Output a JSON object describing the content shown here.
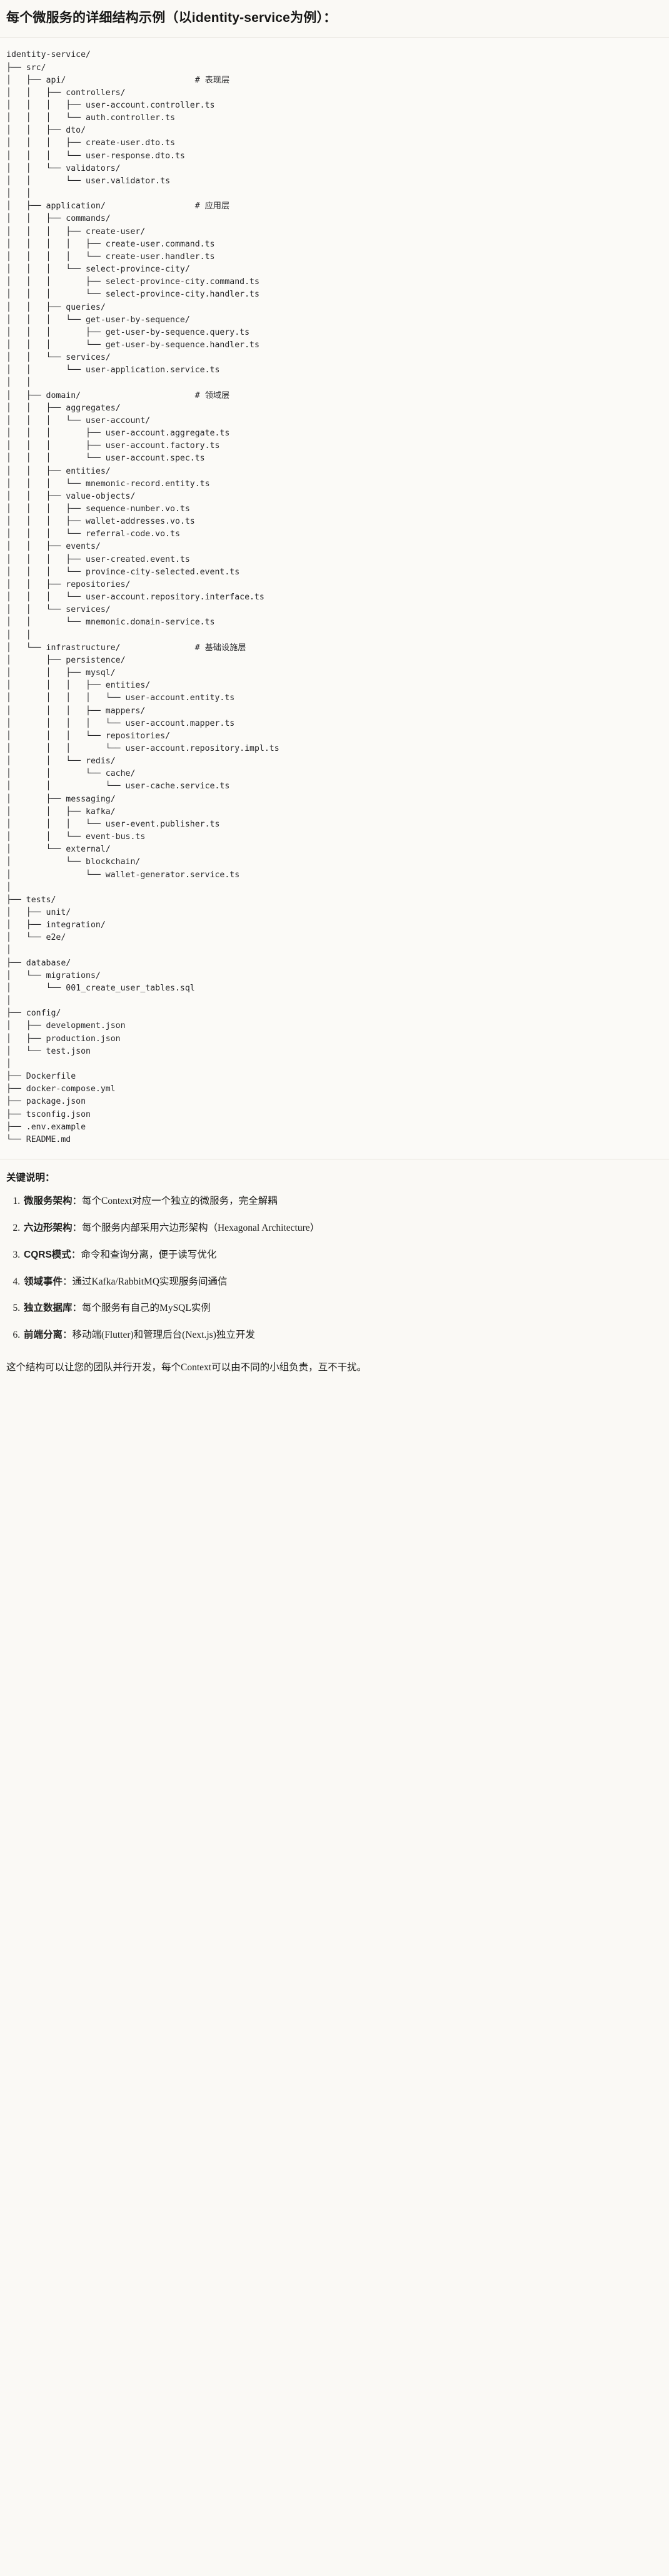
{
  "document": {
    "title_prefix": "每个微服务的详细结构示例（以",
    "title_code": "identity-service",
    "title_suffix": "为例）：",
    "title_full": "每个微服务的详细结构示例（以identity-service为例）："
  },
  "tree": {
    "root": "identity-service/",
    "comments": {
      "api": "# 表现层",
      "application": "# 应用层",
      "domain": "# 领域层",
      "infrastructure": "# 基础设施层"
    },
    "text": "identity-service/\n├── src/\n│   ├── api/                          # 表现层\n│   │   ├── controllers/\n│   │   │   ├── user-account.controller.ts\n│   │   │   └── auth.controller.ts\n│   │   ├── dto/\n│   │   │   ├── create-user.dto.ts\n│   │   │   └── user-response.dto.ts\n│   │   └── validators/\n│   │       └── user.validator.ts\n│   │\n│   ├── application/                  # 应用层\n│   │   ├── commands/\n│   │   │   ├── create-user/\n│   │   │   │   ├── create-user.command.ts\n│   │   │   │   └── create-user.handler.ts\n│   │   │   └── select-province-city/\n│   │   │       ├── select-province-city.command.ts\n│   │   │       └── select-province-city.handler.ts\n│   │   ├── queries/\n│   │   │   └── get-user-by-sequence/\n│   │   │       ├── get-user-by-sequence.query.ts\n│   │   │       └── get-user-by-sequence.handler.ts\n│   │   └── services/\n│   │       └── user-application.service.ts\n│   │\n│   ├── domain/                       # 领域层\n│   │   ├── aggregates/\n│   │   │   └── user-account/\n│   │   │       ├── user-account.aggregate.ts\n│   │   │       ├── user-account.factory.ts\n│   │   │       └── user-account.spec.ts\n│   │   ├── entities/\n│   │   │   └── mnemonic-record.entity.ts\n│   │   ├── value-objects/\n│   │   │   ├── sequence-number.vo.ts\n│   │   │   ├── wallet-addresses.vo.ts\n│   │   │   └── referral-code.vo.ts\n│   │   ├── events/\n│   │   │   ├── user-created.event.ts\n│   │   │   └── province-city-selected.event.ts\n│   │   ├── repositories/\n│   │   │   └── user-account.repository.interface.ts\n│   │   └── services/\n│   │       └── mnemonic.domain-service.ts\n│   │\n│   └── infrastructure/               # 基础设施层\n│       ├── persistence/\n│       │   ├── mysql/\n│       │   │   ├── entities/\n│       │   │   │   └── user-account.entity.ts\n│       │   │   ├── mappers/\n│       │   │   │   └── user-account.mapper.ts\n│       │   │   └── repositories/\n│       │   │       └── user-account.repository.impl.ts\n│       │   └── redis/\n│       │       └── cache/\n│       │           └── user-cache.service.ts\n│       ├── messaging/\n│       │   ├── kafka/\n│       │   │   └── user-event.publisher.ts\n│       │   └── event-bus.ts\n│       └── external/\n│           └── blockchain/\n│               └── wallet-generator.service.ts\n│\n├── tests/\n│   ├── unit/\n│   ├── integration/\n│   └── e2e/\n│\n├── database/\n│   └── migrations/\n│       └── 001_create_user_tables.sql\n│\n├── config/\n│   ├── development.json\n│   ├── production.json\n│   └── test.json\n│\n├── Dockerfile\n├── docker-compose.yml\n├── package.json\n├── tsconfig.json\n├── .env.example\n└── README.md"
  },
  "notes": {
    "heading": "关键说明：",
    "items": [
      {
        "term": "微服务架构",
        "sep": "：",
        "desc": "每个Context对应一个独立的微服务，完全解耦"
      },
      {
        "term": "六边形架构",
        "sep": "：",
        "desc": "每个服务内部采用六边形架构（Hexagonal Architecture）"
      },
      {
        "term": "CQRS模式",
        "sep": "：",
        "desc": "命令和查询分离，便于读写优化"
      },
      {
        "term": "领域事件",
        "sep": "：",
        "desc": "通过Kafka/RabbitMQ实现服务间通信"
      },
      {
        "term": "独立数据库",
        "sep": "：",
        "desc": "每个服务有自己的MySQL实例"
      },
      {
        "term": "前端分离",
        "sep": "：",
        "desc": "移动端(Flutter)和管理后台(Next.js)独立开发"
      }
    ],
    "closing": "这个结构可以让您的团队并行开发，每个Context可以由不同的小组负责，互不干扰。"
  },
  "colors": {
    "page_background": "#faf9f5",
    "code_background": "#fbfaf7",
    "code_border": "#e6e3dc",
    "text": "#1f1f1d",
    "code_text": "#27272a"
  }
}
